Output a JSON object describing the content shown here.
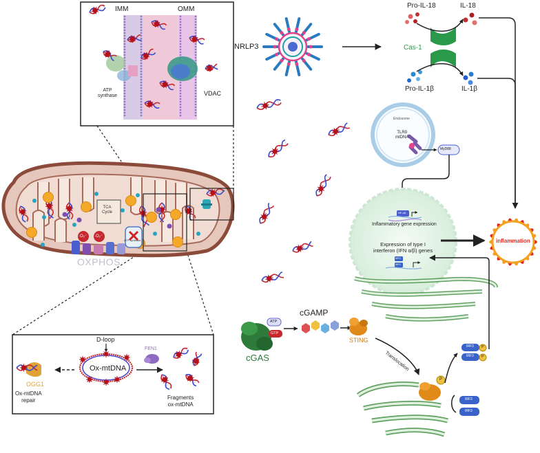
{
  "membrane_inset": {
    "imm": "IMM",
    "omm": "OMM",
    "atp_synthase": "ATP\nsynthase",
    "vdac": "VDAC"
  },
  "mitochondrion": {
    "tca": "TCA\nCycle",
    "o2_a": "·O₂⁻",
    "o2_b": "·O₂⁻",
    "oxphos": "OXPHOS",
    "atp_synthase": "ATP synthase"
  },
  "inflammasome": {
    "nlrp3": "NRLP3",
    "pro_il18": "Pro-IL-18",
    "il18": "IL-18",
    "cas1": "Cas-1",
    "pro_il1b": "Pro-IL-1β",
    "il1b": "IL-1β"
  },
  "endosome": {
    "title": "Endosome",
    "tlr9": "TLR9\nmtDNA",
    "myd88": "MyD88"
  },
  "nucleus": {
    "nfkb": "NF-κB",
    "inflam_gene": "Inflammatory gene expression",
    "type1": "Expression of type I\ninterferon (IFN α/β) genes",
    "irf3a": "IRF3",
    "irf3b": "IRF3"
  },
  "output": {
    "inflammation": "inflammation"
  },
  "cgas": {
    "cgas": "cGAS",
    "atp": "ATP",
    "gtp": "GTP",
    "cgamp": "cGAMP",
    "sting": "STING",
    "translocation": "Translocation",
    "p": "P"
  },
  "irf3": {
    "top1": "IRF3",
    "top2": "IRF3",
    "bot1": "IRF3",
    "bot2": "IRF3",
    "p1": "P",
    "p2": "P"
  },
  "oxdna_inset": {
    "dloop": "D-loop",
    "ox_mtdna": "Ox-mtDNA",
    "fen1": "FEN1",
    "ogg1": "OGG1",
    "repair": "Ox-mtDNA\nrepair",
    "fragments": "Fragments\nox-mtDNA"
  },
  "colors": {
    "matrix": "#e6c7bc",
    "outer_membrane": "#8b4a3a",
    "cristae": "#c9a89c",
    "orange": "#f4a92a",
    "red": "#c5282f",
    "teal": "#27a4c2",
    "green_cgas": "#2d7a3a",
    "sting": "#e08a1a",
    "irf3": "#3a63c9",
    "nucleus": "#e6f4ea",
    "er_green": "#3a8a3a",
    "inflammation_red": "#e0261d",
    "cas1": "#2a9a4a"
  }
}
